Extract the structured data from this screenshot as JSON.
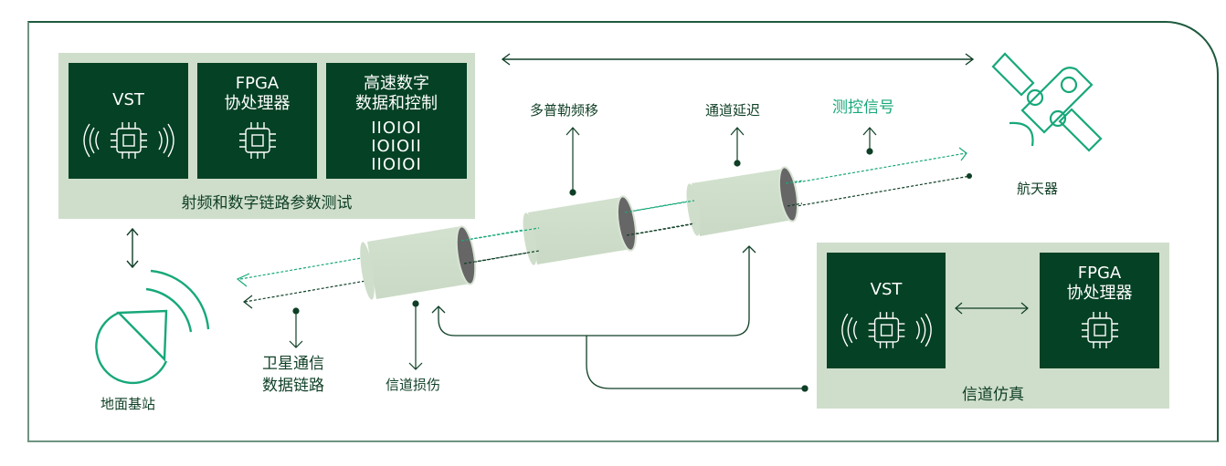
{
  "colors": {
    "dark_green": "#054124",
    "panel_green": "#cfdecb",
    "accent_teal": "#17a87a",
    "line_dark": "#0f3f26",
    "cylinder_body": "#cfdecb",
    "cylinder_end": "#666666"
  },
  "test_panel": {
    "label": "射频和数字链路参数测试",
    "cards": [
      {
        "title_line1": "VST",
        "title_line2": "",
        "icon": "chip-wireless-icon"
      },
      {
        "title_line1": "FPGA",
        "title_line2": "协处理器",
        "icon": "chip-icon"
      },
      {
        "title_line1": "高速数字",
        "title_line2": "数据和控制",
        "icon": "binary-data-icon",
        "binary_rows": [
          "IIOIOI",
          "IOIOII",
          "IIOIOI"
        ]
      }
    ]
  },
  "emulation_panel": {
    "label": "信道仿真",
    "cards": [
      {
        "title_line1": "VST",
        "title_line2": "",
        "icon": "chip-wireless-icon"
      },
      {
        "title_line1": "FPGA",
        "title_line2": "协处理器",
        "icon": "chip-icon"
      }
    ]
  },
  "labels": {
    "doppler": "多普勒频移",
    "channel_delay": "通道延迟",
    "tt_and_c_signal": "测控信号",
    "spacecraft": "航天器",
    "ground_station": "地面基站",
    "sat_link_line1": "卫星通信",
    "sat_link_line2": "数据链路",
    "channel_impairment": "信道损伤"
  }
}
